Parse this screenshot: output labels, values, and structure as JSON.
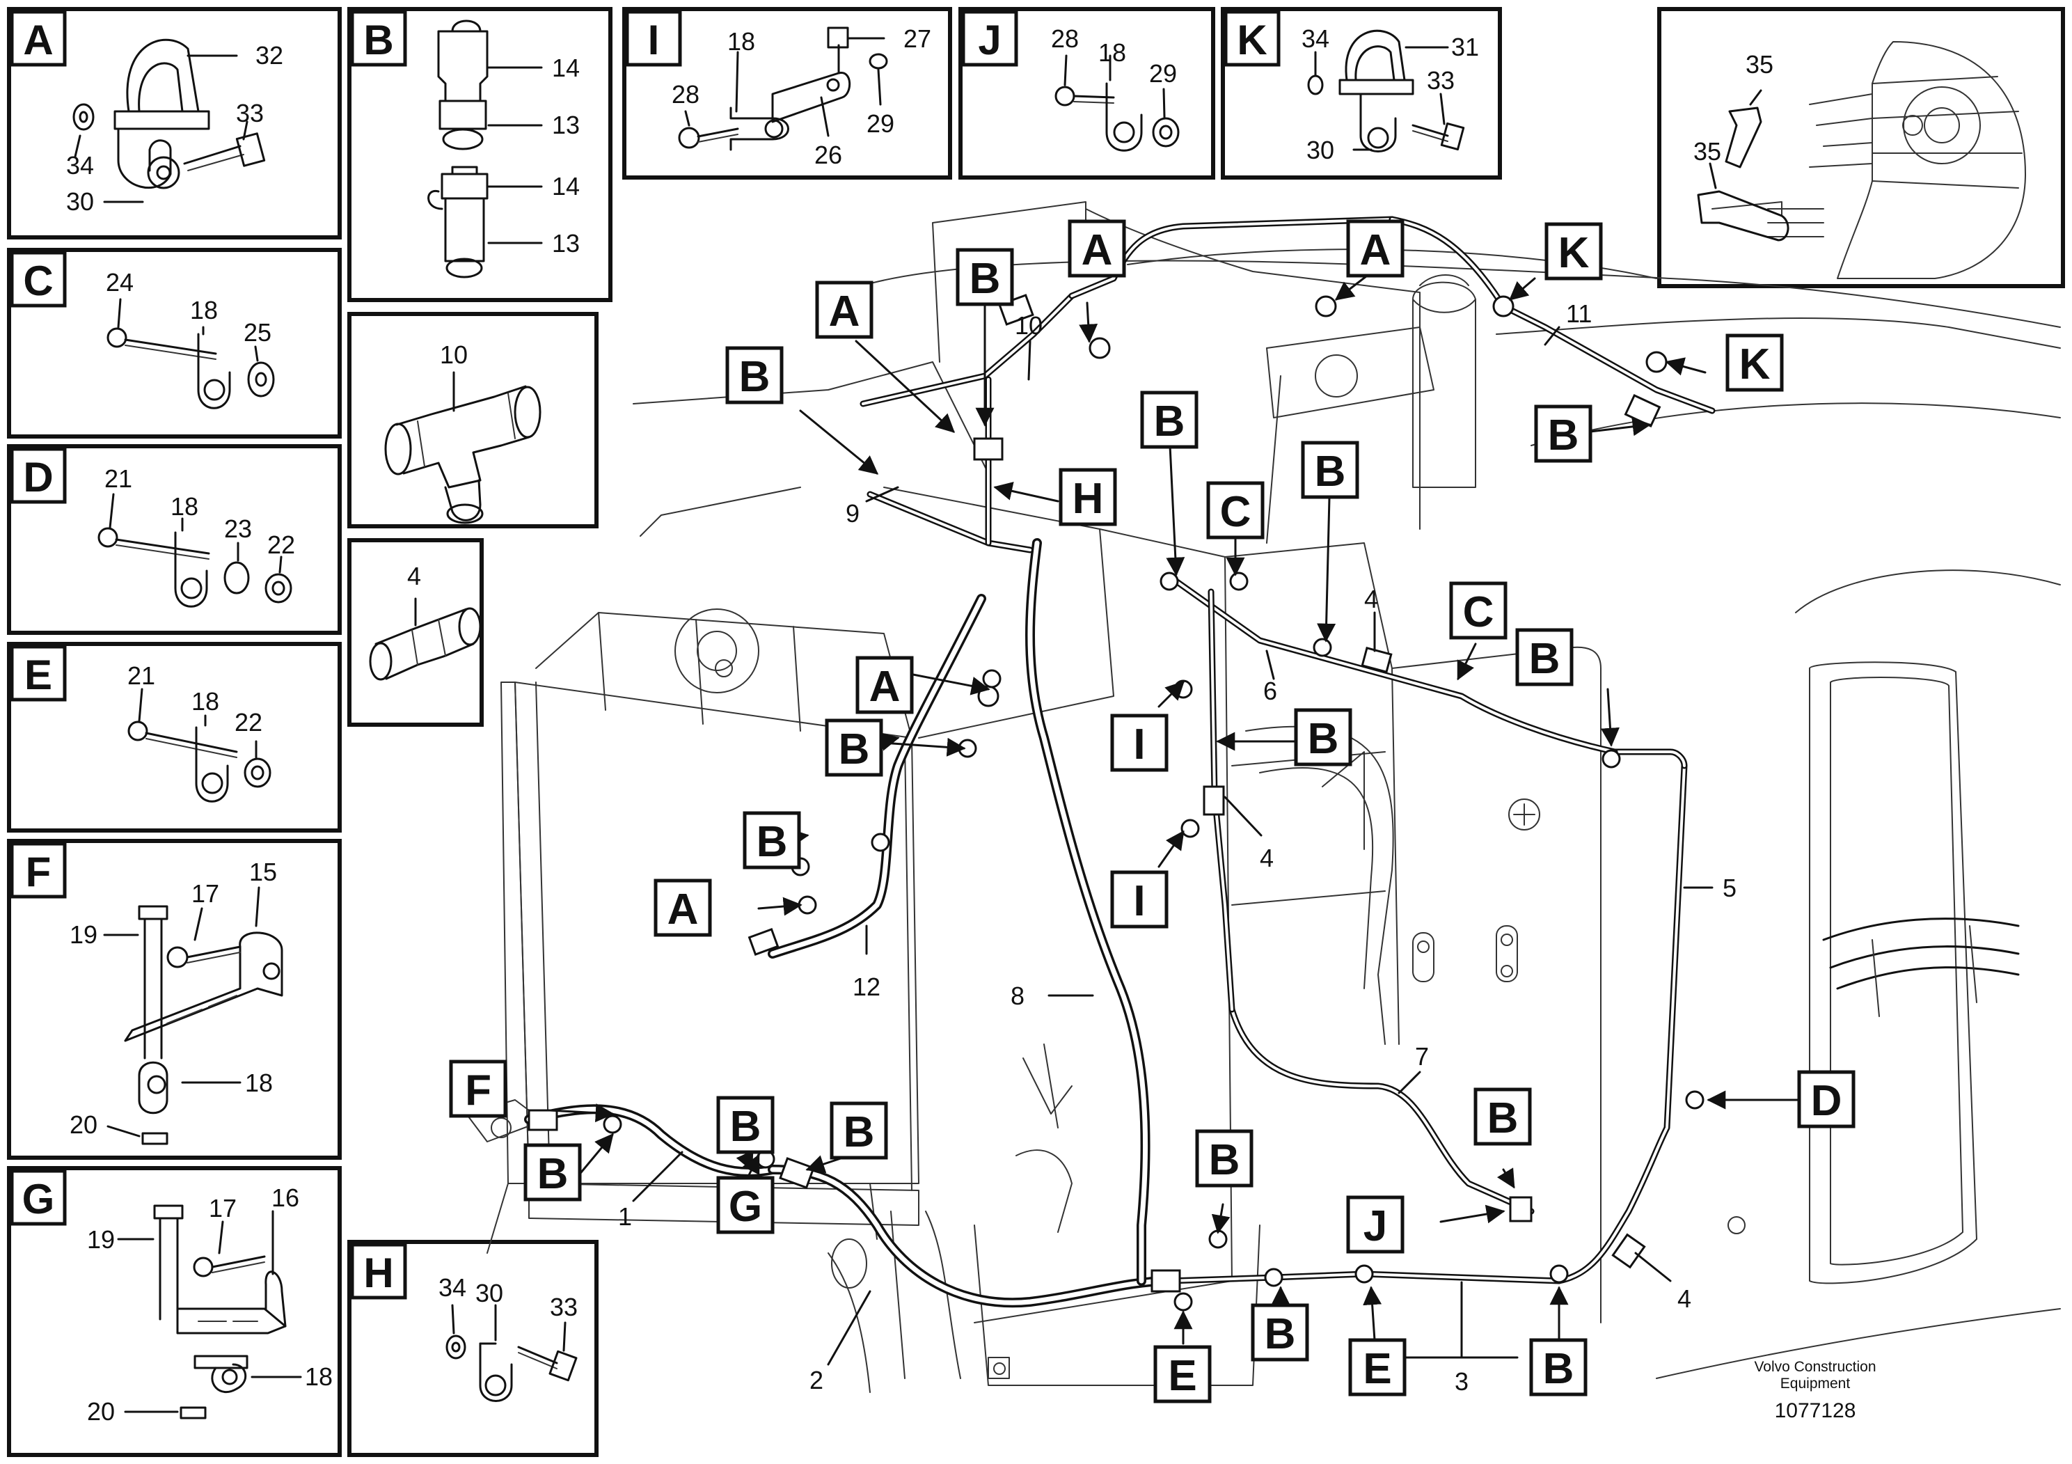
{
  "footer": {
    "line1": "Volvo Construction",
    "line2": "Equipment",
    "drawing_no": "1077128"
  },
  "panels": {
    "A": {
      "letter": "A",
      "parts": [
        "32",
        "33",
        "34",
        "30"
      ]
    },
    "B": {
      "letter": "B",
      "parts": [
        "14",
        "13",
        "14",
        "13"
      ]
    },
    "C": {
      "letter": "C",
      "parts": [
        "24",
        "18",
        "25"
      ]
    },
    "D": {
      "letter": "D",
      "parts": [
        "21",
        "18",
        "23",
        "22"
      ]
    },
    "E": {
      "letter": "E",
      "parts": [
        "21",
        "18",
        "22"
      ]
    },
    "F": {
      "letter": "F",
      "parts": [
        "15",
        "17",
        "19",
        "18",
        "20"
      ]
    },
    "G": {
      "letter": "G",
      "parts": [
        "16",
        "17",
        "19",
        "18",
        "20"
      ]
    },
    "H": {
      "letter": "H",
      "parts": [
        "34",
        "30",
        "33"
      ]
    },
    "I": {
      "letter": "I",
      "parts": [
        "18",
        "27",
        "28",
        "29",
        "26"
      ]
    },
    "J": {
      "letter": "J",
      "parts": [
        "28",
        "18",
        "29"
      ]
    },
    "K": {
      "letter": "K",
      "parts": [
        "34",
        "31",
        "33",
        "30"
      ]
    },
    "P10": {
      "parts": [
        "10"
      ]
    },
    "P4": {
      "parts": [
        "4"
      ]
    },
    "P35": {
      "parts": [
        "35",
        "35"
      ]
    }
  },
  "main_parts": [
    "10",
    "11",
    "9",
    "6",
    "4",
    "4",
    "5",
    "12",
    "8",
    "7",
    "1",
    "2",
    "3",
    "4"
  ],
  "detail_refs": [
    "A",
    "B",
    "A",
    "B",
    "A",
    "A",
    "K",
    "K",
    "B",
    "B",
    "H",
    "B",
    "C",
    "B",
    "C",
    "A",
    "B",
    "I",
    "B",
    "B",
    "I",
    "A",
    "B",
    "F",
    "B",
    "B",
    "G",
    "B",
    "J",
    "D",
    "B",
    "E",
    "B",
    "E",
    "B"
  ]
}
